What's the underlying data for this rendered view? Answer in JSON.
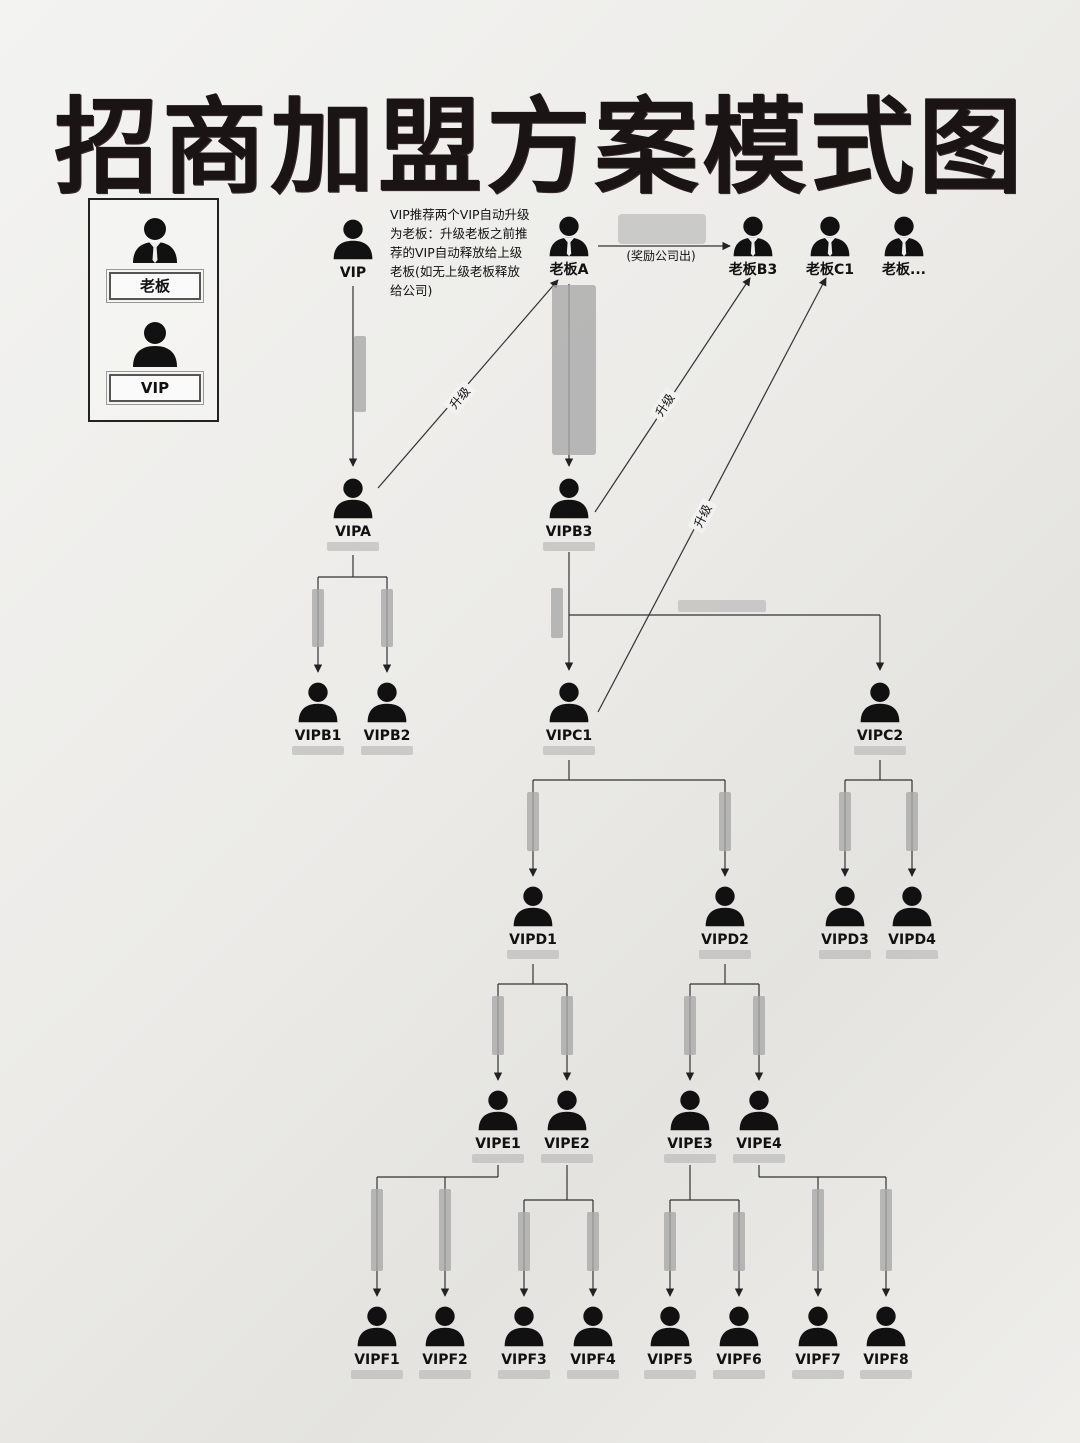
{
  "title": "招商加盟方案模式图",
  "legend": {
    "boss_label": "老板",
    "vip_label": "VIP"
  },
  "note": "VIP推荐两个VIP自动升级为老板：升级老板之前推荐的VIP自动释放给上级老板(如无上级老板释放给公司)",
  "reward_note": "(奖励公司出)",
  "upgrade_label": "升级",
  "nodes": [
    {
      "id": "vip",
      "label": "VIP",
      "type": "vip"
    },
    {
      "id": "bossA",
      "label": "老板A",
      "type": "boss"
    },
    {
      "id": "bossB3",
      "label": "老板B3",
      "type": "boss"
    },
    {
      "id": "bossC1",
      "label": "老板C1",
      "type": "boss"
    },
    {
      "id": "bossEtc",
      "label": "老板...",
      "type": "boss"
    },
    {
      "id": "vipA",
      "label": "VIPA",
      "type": "vip"
    },
    {
      "id": "vipB3",
      "label": "VIPB3",
      "type": "vip"
    },
    {
      "id": "vipB1",
      "label": "VIPB1",
      "type": "vip"
    },
    {
      "id": "vipB2",
      "label": "VIPB2",
      "type": "vip"
    },
    {
      "id": "vipC1",
      "label": "VIPC1",
      "type": "vip"
    },
    {
      "id": "vipC2",
      "label": "VIPC2",
      "type": "vip"
    },
    {
      "id": "vipD1",
      "label": "VIPD1",
      "type": "vip"
    },
    {
      "id": "vipD2",
      "label": "VIPD2",
      "type": "vip"
    },
    {
      "id": "vipD3",
      "label": "VIPD3",
      "type": "vip"
    },
    {
      "id": "vipD4",
      "label": "VIPD4",
      "type": "vip"
    },
    {
      "id": "vipE1",
      "label": "VIPE1",
      "type": "vip"
    },
    {
      "id": "vipE2",
      "label": "VIPE2",
      "type": "vip"
    },
    {
      "id": "vipE3",
      "label": "VIPE3",
      "type": "vip"
    },
    {
      "id": "vipE4",
      "label": "VIPE4",
      "type": "vip"
    },
    {
      "id": "vipF1",
      "label": "VIPF1",
      "type": "vip"
    },
    {
      "id": "vipF2",
      "label": "VIPF2",
      "type": "vip"
    },
    {
      "id": "vipF3",
      "label": "VIPF3",
      "type": "vip"
    },
    {
      "id": "vipF4",
      "label": "VIPF4",
      "type": "vip"
    },
    {
      "id": "vipF5",
      "label": "VIPF5",
      "type": "vip"
    },
    {
      "id": "vipF6",
      "label": "VIPF6",
      "type": "vip"
    },
    {
      "id": "vipF7",
      "label": "VIPF7",
      "type": "vip"
    },
    {
      "id": "vipF8",
      "label": "VIPF8",
      "type": "vip"
    }
  ]
}
